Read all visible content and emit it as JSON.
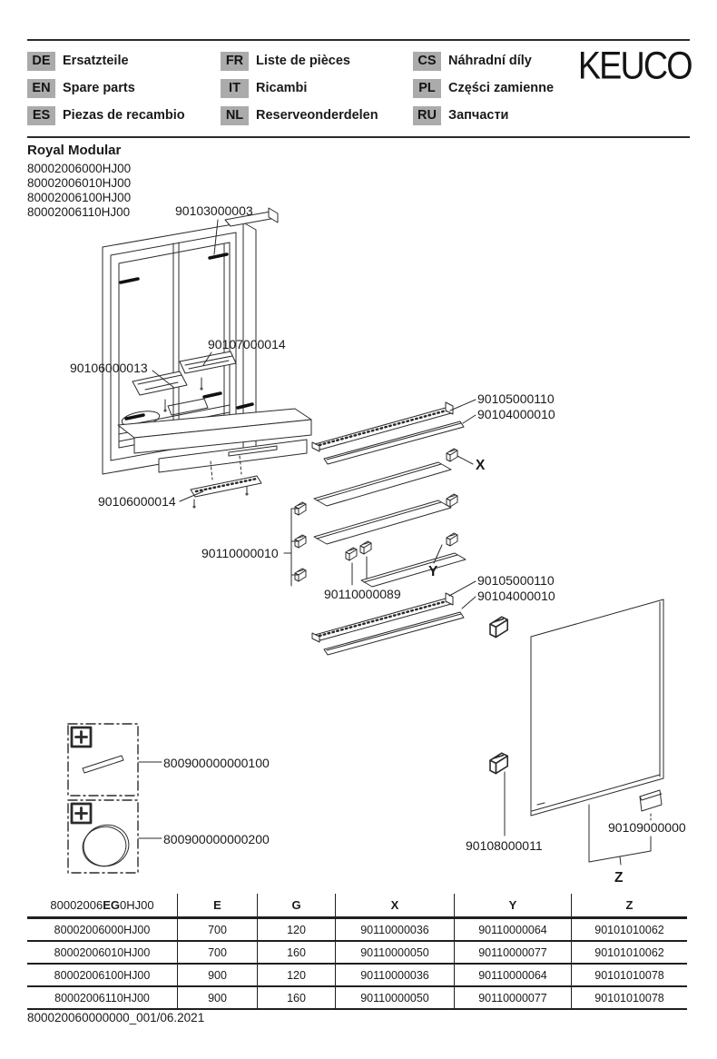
{
  "header": {
    "brand": "KEUCO",
    "languages": [
      {
        "code": "DE",
        "label": "Ersatzteile"
      },
      {
        "code": "EN",
        "label": "Spare parts"
      },
      {
        "code": "ES",
        "label": "Piezas de recambio"
      },
      {
        "code": "FR",
        "label": "Liste de pièces"
      },
      {
        "code": "IT",
        "label": "Ricambi"
      },
      {
        "code": "NL",
        "label": "Reserveonderdelen"
      },
      {
        "code": "CS",
        "label": "Náhradní díly"
      },
      {
        "code": "PL",
        "label": "Części zamienne"
      },
      {
        "code": "RU",
        "label": "Запчасти"
      }
    ]
  },
  "product": {
    "title": "Royal Modular",
    "codes": [
      "80002006000HJ00",
      "80002006010HJ00",
      "80002006100HJ00",
      "80002006110HJ00"
    ]
  },
  "diagram": {
    "labels": {
      "top_profile": "90103000003",
      "drawer_unit_left": "90106000013",
      "drawer_unit_right": "90107000014",
      "bottom_rail": "90106000014",
      "led_profile": "90105000110",
      "cover_profile": "90104000010",
      "shelf_marker_x": "X",
      "shelf_marker_y": "Y",
      "shelf_clip_set": "90110000010",
      "shelf_clip_pair": "90110000089",
      "hinge_clip": "90108000011",
      "bottom_bracket": "90109000000",
      "door_marker_z": "Z",
      "accessory_strip": "800900000000100",
      "accessory_mirror": "800900000000200"
    }
  },
  "table": {
    "model_header": {
      "prefix": "80002006",
      "bold": "EG",
      "suffix": "0HJ00"
    },
    "headers": [
      "E",
      "G",
      "X",
      "Y",
      "Z"
    ],
    "rows": [
      [
        "80002006000HJ00",
        "700",
        "120",
        "90110000036",
        "90110000064",
        "90101010062"
      ],
      [
        "80002006010HJ00",
        "700",
        "160",
        "90110000050",
        "90110000077",
        "90101010062"
      ],
      [
        "80002006100HJ00",
        "900",
        "120",
        "90110000036",
        "90110000064",
        "90101010078"
      ],
      [
        "80002006110HJ00",
        "900",
        "160",
        "90110000050",
        "90110000077",
        "90101010078"
      ]
    ]
  },
  "footer": {
    "doc_ref": "800020060000000_001/06.2021"
  }
}
